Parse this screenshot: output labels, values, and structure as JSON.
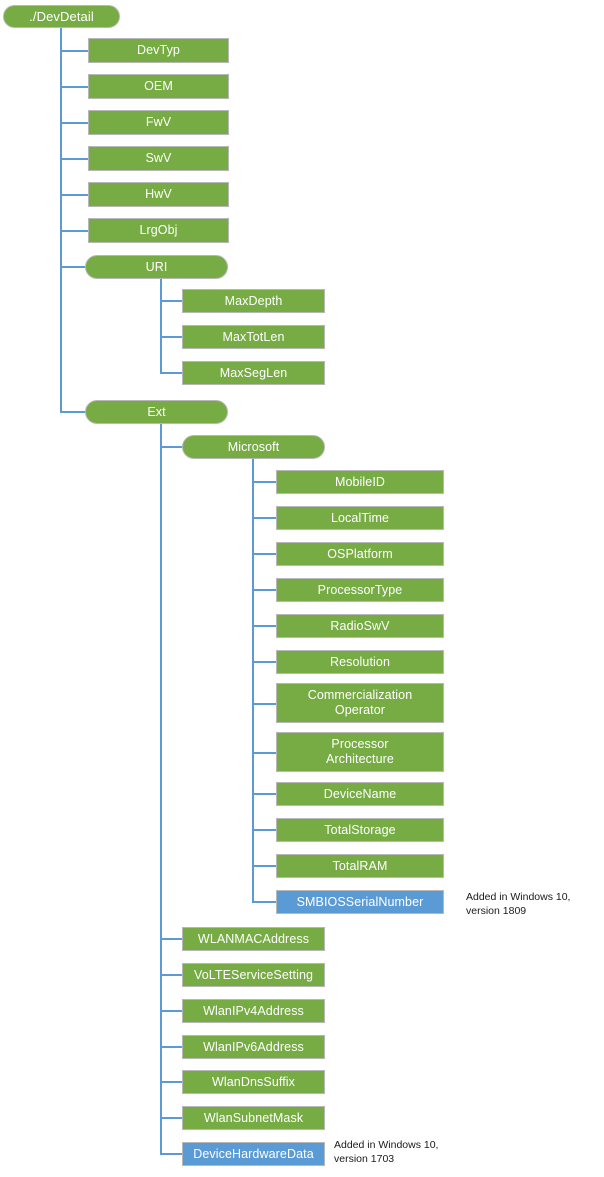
{
  "diagram": {
    "title": "DevDetail CSP node tree",
    "colors": {
      "node_green": "#76ac43",
      "node_blue": "#5b9bd5",
      "connector": "#5b9bd5",
      "node_border": "#b7b7b7",
      "node_text": "#ffffff",
      "annotation_text": "#1a1a1a",
      "background": "#ffffff"
    },
    "root": {
      "label": "./DevDetail"
    },
    "level1": [
      {
        "label": "DevTyp",
        "shape": "rect"
      },
      {
        "label": "OEM",
        "shape": "rect"
      },
      {
        "label": "FwV",
        "shape": "rect"
      },
      {
        "label": "SwV",
        "shape": "rect"
      },
      {
        "label": "HwV",
        "shape": "rect"
      },
      {
        "label": "LrgObj",
        "shape": "rect"
      },
      {
        "label": "URI",
        "shape": "pill"
      },
      {
        "label": "Ext",
        "shape": "pill"
      }
    ],
    "uri_children": [
      {
        "label": "MaxDepth"
      },
      {
        "label": "MaxTotLen"
      },
      {
        "label": "MaxSegLen"
      }
    ],
    "ext_children": [
      {
        "label": "Microsoft",
        "shape": "pill"
      },
      {
        "label": "WLANMACAddress",
        "shape": "rect"
      },
      {
        "label": "VoLTEServiceSetting",
        "shape": "rect"
      },
      {
        "label": "WlanIPv4Address",
        "shape": "rect"
      },
      {
        "label": "WlanIPv6Address",
        "shape": "rect"
      },
      {
        "label": "WlanDnsSuffix",
        "shape": "rect"
      },
      {
        "label": "WlanSubnetMask",
        "shape": "rect"
      },
      {
        "label": "DeviceHardwareData",
        "shape": "rect",
        "color": "blue"
      }
    ],
    "microsoft_children": [
      {
        "label": "MobileID",
        "lines": 1
      },
      {
        "label": "LocalTime",
        "lines": 1
      },
      {
        "label": "OSPlatform",
        "lines": 1
      },
      {
        "label": "ProcessorType",
        "lines": 1
      },
      {
        "label": "RadioSwV",
        "lines": 1
      },
      {
        "label": "Resolution",
        "lines": 1
      },
      {
        "label": "Commercialization\nOperator",
        "lines": 2
      },
      {
        "label": "Processor\nArchitecture",
        "lines": 2
      },
      {
        "label": "DeviceName",
        "lines": 1
      },
      {
        "label": "TotalStorage",
        "lines": 1
      },
      {
        "label": "TotalRAM",
        "lines": 1
      },
      {
        "label": "SMBIOSSerialNumber",
        "lines": 1,
        "color": "blue"
      }
    ],
    "annotations": [
      {
        "text": "Added in Windows 10,\nversion 1809",
        "for": "SMBIOSSerialNumber"
      },
      {
        "text": "Added in Windows 10,\nversion 1703",
        "for": "DeviceHardwareData"
      }
    ]
  }
}
